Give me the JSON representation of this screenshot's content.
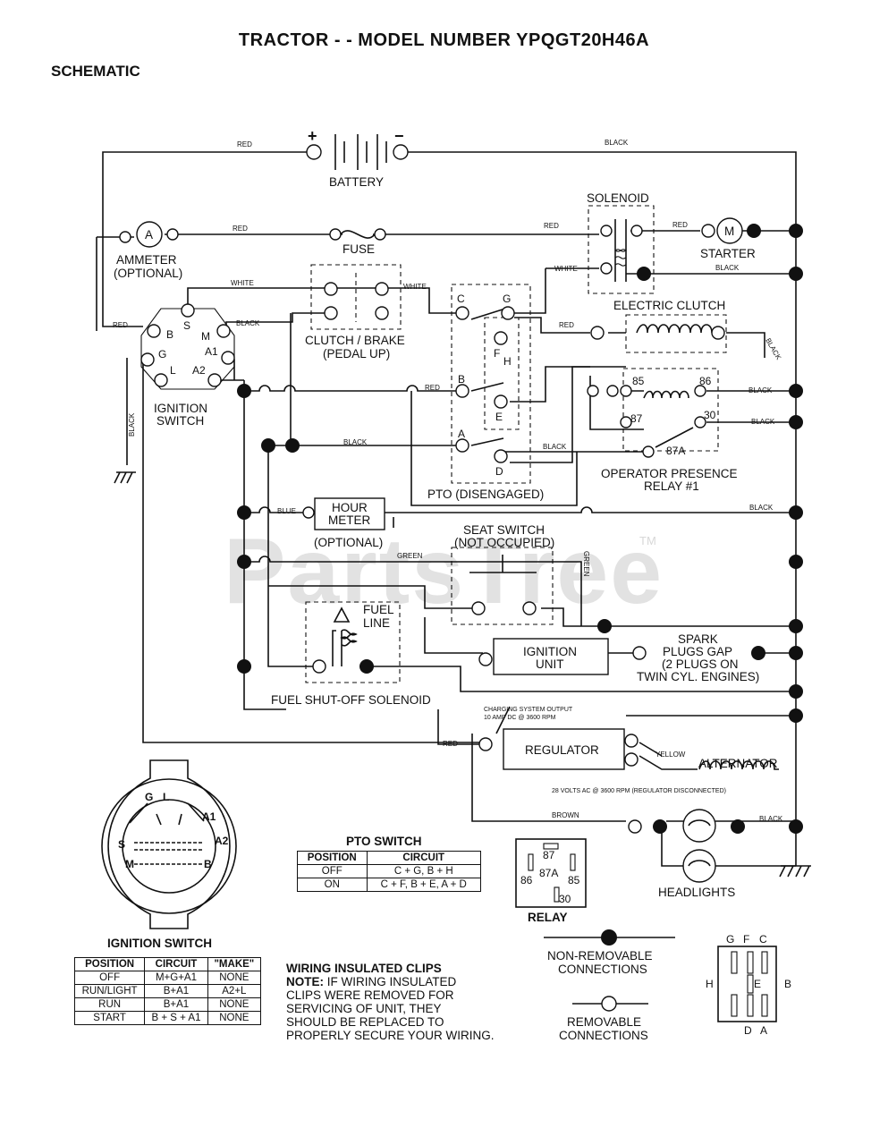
{
  "header": {
    "title": "TRACTOR - - MODEL NUMBER YPQGT20H46A",
    "subtitle": "SCHEMATIC"
  },
  "watermark": {
    "text": "PartsTree",
    "tm": "TM"
  },
  "components": {
    "battery": "BATTERY",
    "battery_plus": "+",
    "battery_minus": "−",
    "ammeter": "AMMETER",
    "ammeter_opt": "(OPTIONAL)",
    "ammeter_symbol": "A",
    "fuse": "FUSE",
    "solenoid": "SOLENOID",
    "starter": "STARTER",
    "starter_symbol": "M",
    "clutch_brake": "CLUTCH / BRAKE",
    "clutch_brake_sub": "(PEDAL UP)",
    "electric_clutch": "ELECTRIC CLUTCH",
    "ignition_switch_1": "IGNITION",
    "ignition_switch_2": "SWITCH",
    "pto": "PTO (DISENGAGED)",
    "relay_label_1": "OPERATOR PRESENCE",
    "relay_label_2": "RELAY #1",
    "hour_meter_1": "HOUR",
    "hour_meter_2": "METER",
    "hour_meter_opt": "(OPTIONAL)",
    "seat_switch_1": "SEAT SWITCH",
    "seat_switch_2": "(NOT OCCUPIED)",
    "fuel_line_1": "FUEL",
    "fuel_line_2": "LINE",
    "fuel_solenoid": "FUEL SHUT-OFF SOLENOID",
    "ignition_unit_1": "IGNITION",
    "ignition_unit_2": "UNIT",
    "spark_1": "SPARK",
    "spark_2": "PLUGS GAP",
    "spark_3": "(2 PLUGS ON",
    "spark_4": "TWIN CYL. ENGINES)",
    "charging_1": "CHARGING SYSTEM OUTPUT",
    "charging_2": "10 AMP DC @ 3600 RPM",
    "regulator": "REGULATOR",
    "alternator": "ALTERNATOR",
    "alt_volts": "28 VOLTS AC @ 3600 RPM (REGULATOR DISCONNECTED)",
    "headlights": "HEADLIGHTS",
    "relay_diagram": "RELAY",
    "ignition_switch_diagram": "IGNITION SWITCH",
    "non_removable_1": "NON-REMOVABLE",
    "non_removable_2": "CONNECTIONS",
    "removable_1": "REMOVABLE",
    "removable_2": "CONNECTIONS"
  },
  "wires": {
    "red": "RED",
    "black": "BLACK",
    "white": "WHITE",
    "blue": "BLUE",
    "green": "GREEN",
    "brown": "BROWN",
    "yellow": "YELLOW"
  },
  "terminals": {
    "ign": [
      "S",
      "B",
      "M",
      "G",
      "A1",
      "L",
      "A2"
    ],
    "pto": [
      "C",
      "G",
      "F",
      "H",
      "B",
      "E",
      "A",
      "D"
    ],
    "relay": [
      "85",
      "86",
      "87",
      "30",
      "87A"
    ],
    "ign_diagram": [
      "G",
      "L",
      "A1",
      "S",
      "A2",
      "M",
      "B"
    ],
    "relay_diagram": [
      "87",
      "87A",
      "86",
      "85",
      "30"
    ],
    "pto_diagram_top": [
      "G",
      "F",
      "C"
    ],
    "pto_diagram_side": [
      "H",
      "E",
      "B"
    ],
    "pto_diagram_bottom": [
      "D",
      "A"
    ]
  },
  "pto_table": {
    "caption": "PTO SWITCH",
    "headers": [
      "POSITION",
      "CIRCUIT"
    ],
    "rows": [
      {
        "position": "OFF",
        "circuit": "C + G, B + H"
      },
      {
        "position": "ON",
        "circuit": "C + F, B + E, A + D"
      }
    ]
  },
  "ign_table": {
    "headers": [
      "POSITION",
      "CIRCUIT",
      "\"MAKE\""
    ],
    "rows": [
      {
        "position": "OFF",
        "circuit": "M+G+A1",
        "make": "NONE"
      },
      {
        "position": "RUN/LIGHT",
        "circuit": "B+A1",
        "make": "A2+L"
      },
      {
        "position": "RUN",
        "circuit": "B+A1",
        "make": "NONE"
      },
      {
        "position": "START",
        "circuit": "B + S + A1",
        "make": "NONE"
      }
    ]
  },
  "notes": {
    "heading": "WIRING INSULATED CLIPS",
    "note_label": "NOTE:",
    "line1": "IF WIRING INSULATED",
    "line2": "CLIPS WERE REMOVED FOR",
    "line3": "SERVICING OF UNIT, THEY",
    "line4": "SHOULD BE REPLACED TO",
    "line5": "PROPERLY SECURE YOUR WIRING."
  }
}
